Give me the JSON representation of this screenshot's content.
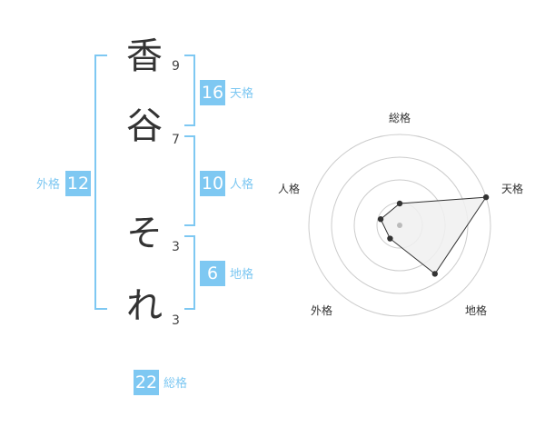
{
  "name": {
    "chars": [
      {
        "char": "香",
        "strokes": "9"
      },
      {
        "char": "谷",
        "strokes": "7"
      },
      {
        "char": "そ",
        "strokes": "3"
      },
      {
        "char": "れ",
        "strokes": "3"
      }
    ]
  },
  "fortunes": {
    "tenkaku": {
      "value": "16",
      "label": "天格"
    },
    "jinkaku": {
      "value": "10",
      "label": "人格"
    },
    "chikaku": {
      "value": "6",
      "label": "地格"
    },
    "gaikaku": {
      "value": "12",
      "label": "外格"
    },
    "soukaku": {
      "value": "22",
      "label": "総格"
    }
  },
  "chart_data": {
    "type": "radar",
    "axes": [
      "総格",
      "天格",
      "地格",
      "外格",
      "人格"
    ],
    "values": [
      1.2,
      5,
      3.3,
      0.9,
      1.1
    ],
    "rmax": 5,
    "rings": 4,
    "colors": {
      "fill": "#f0f0f0",
      "line": "#333333",
      "grid": "#cccccc",
      "center": "#bbbbbb"
    }
  },
  "colors": {
    "accent": "#7ec8f2"
  }
}
